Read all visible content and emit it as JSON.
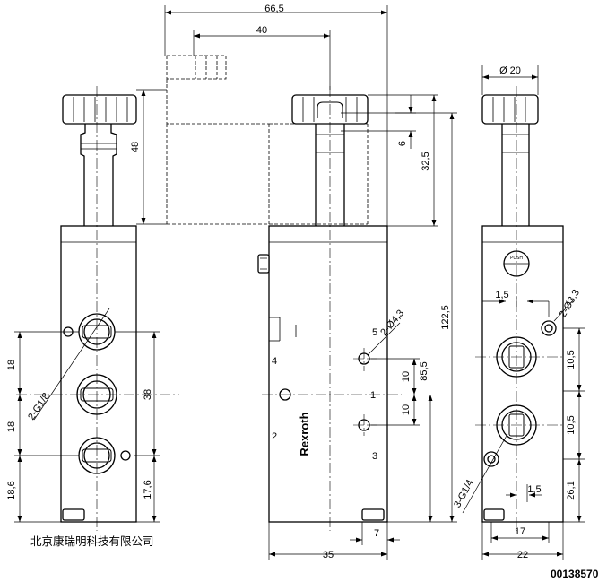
{
  "dimensions": {
    "overall_width": "66,5",
    "coil_width": "40",
    "coil_height": "48",
    "knob_diameter": "Ø 20",
    "dim_6": "6",
    "dim_32_5": "32,5",
    "dim_122_5": "122,5",
    "dim_85_5": "85,5",
    "dim_10_a": "10",
    "dim_10_b": "10",
    "dim_18_a": "18",
    "dim_18_b": "18",
    "dim_18_6": "18,6",
    "dim_38": "38",
    "dim_17_6": "17,6",
    "thread_g18": "2-G1/8",
    "hole_d43": "2-Ø4,3",
    "hole_d33": "2-Ø3,3",
    "dim_1_5_a": "1,5",
    "dim_1_5_b": "1,5",
    "dim_10_5_a": "10,5",
    "dim_10_5_b": "10,5",
    "dim_26_1": "26,1",
    "thread_g14": "3-G1/4",
    "dim_17": "17",
    "dim_22": "22",
    "dim_35": "35",
    "dim_7": "7"
  },
  "ports": {
    "p1": "1",
    "p2": "2",
    "p3": "3",
    "p4": "4",
    "p5": "5"
  },
  "labels": {
    "brand": "Rexroth",
    "push": "PUSH",
    "company": "北京康瑞明科技有限公司",
    "doc_number": "00138570"
  }
}
